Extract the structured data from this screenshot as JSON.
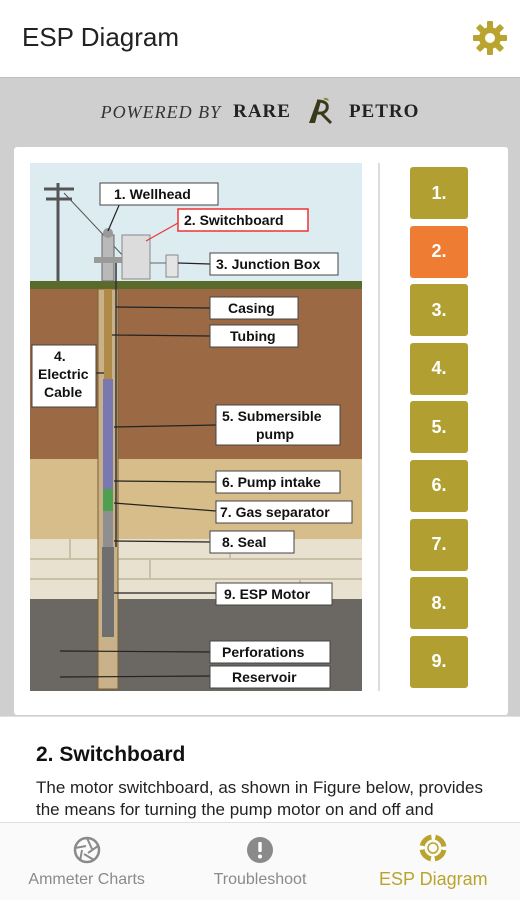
{
  "app": {
    "title": "ESP Diagram"
  },
  "powered_by": {
    "prefix": "POWERED BY",
    "brand_left": "RARE",
    "brand_right": "PETRO"
  },
  "diagram": {
    "labels": {
      "wellhead": "1. Wellhead",
      "switchboard": "2. Switchboard",
      "junction_box": "3. Junction Box",
      "casing": "Casing",
      "tubing": "Tubing",
      "electric_cable_1": "4.",
      "electric_cable_2": "Electric",
      "electric_cable_3": "Cable",
      "pump_1": "5. Submersible",
      "pump_2": "pump",
      "pump_intake": "6. Pump intake",
      "gas_separator": "7. Gas separator",
      "seal": "8. Seal",
      "motor": "9. ESP Motor",
      "perforations": "Perforations",
      "reservoir": "Reservoir"
    }
  },
  "steps": [
    "1.",
    "2.",
    "3.",
    "4.",
    "5.",
    "6.",
    "7.",
    "8.",
    "9."
  ],
  "active_step": 2,
  "description": {
    "heading": "2. Switchboard",
    "body": "The motor switchboard, as shown in Figure below, provides the means for turning the pump motor on and off and protecting the unit from electrical"
  },
  "nav": [
    {
      "label": "Ammeter Charts",
      "icon": "shutter-icon"
    },
    {
      "label": "Troubleshoot",
      "icon": "alert-icon"
    },
    {
      "label": "ESP Diagram",
      "icon": "lifebuoy-icon"
    }
  ],
  "colors": {
    "accent": "#b1a031",
    "active": "#ee7d33",
    "nav_active": "#b8a42e"
  }
}
